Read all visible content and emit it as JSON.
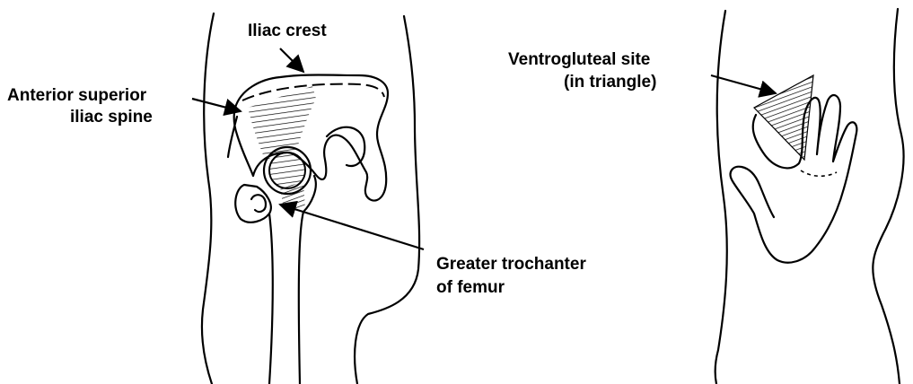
{
  "labels": {
    "iliac_crest": "Iliac crest",
    "asis_line1": "Anterior superior",
    "asis_line2": "iliac spine",
    "greater_trochanter_line1": "Greater trochanter",
    "greater_trochanter_line2": "of femur",
    "ventrogluteal_line1": "Ventrogluteal site",
    "ventrogluteal_line2": "(in triangle)"
  }
}
